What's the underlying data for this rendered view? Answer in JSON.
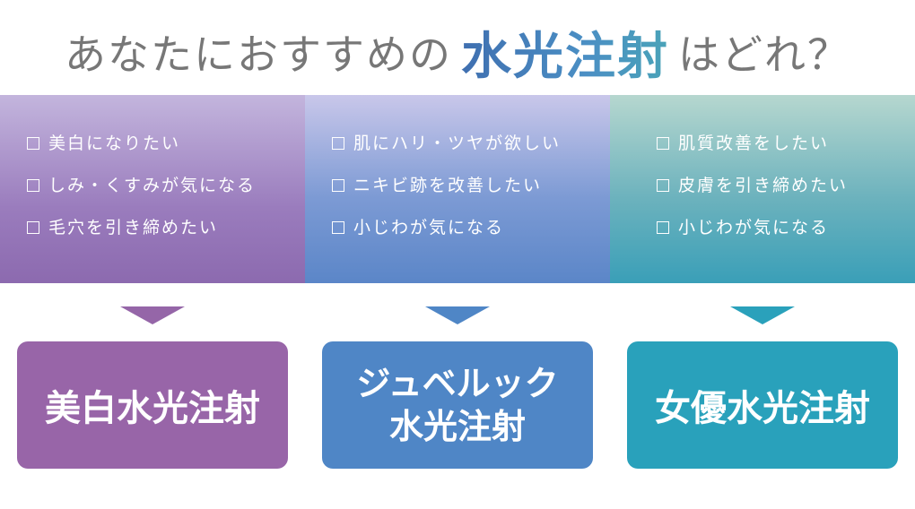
{
  "title": {
    "before": "あなたにおすすめの",
    "highlight": "水光注射",
    "after": "はどれ？"
  },
  "panels": [
    {
      "items": [
        "美白になりたい",
        "しみ・くすみが気になる",
        "毛穴を引き締めたい"
      ]
    },
    {
      "items": [
        "肌にハリ・ツヤが欲しい",
        "ニキビ跡を改善したい",
        "小じわが気になる"
      ]
    },
    {
      "items": [
        "肌質改善をしたい",
        "皮膚を引き締めたい",
        "小じわが気になる"
      ]
    }
  ],
  "cards": [
    {
      "line1": "美白水光注射"
    },
    {
      "line1": "ジュベルック",
      "line2": "水光注射"
    },
    {
      "line1": "女優水光注射"
    }
  ],
  "colors": {
    "card1": "#9865a8",
    "card2": "#4f86c6",
    "card3": "#29a1bb"
  }
}
